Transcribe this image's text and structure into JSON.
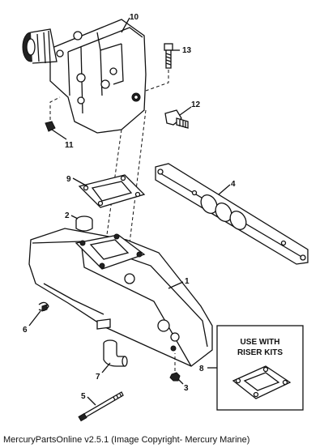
{
  "callouts": {
    "p1": "1",
    "p2": "2",
    "p3": "3",
    "p4": "4",
    "p5": "5",
    "p6": "6",
    "p7": "7",
    "p8": "8",
    "p9": "9",
    "p10": "10",
    "p11": "11",
    "p12": "12",
    "p13": "13"
  },
  "riser_kit_note": {
    "line1": "USE WITH",
    "line2": "RISER KITS"
  },
  "footer": "MercuryPartsOnline v2.5.1 (Image Copyright- Mercury Marine)"
}
